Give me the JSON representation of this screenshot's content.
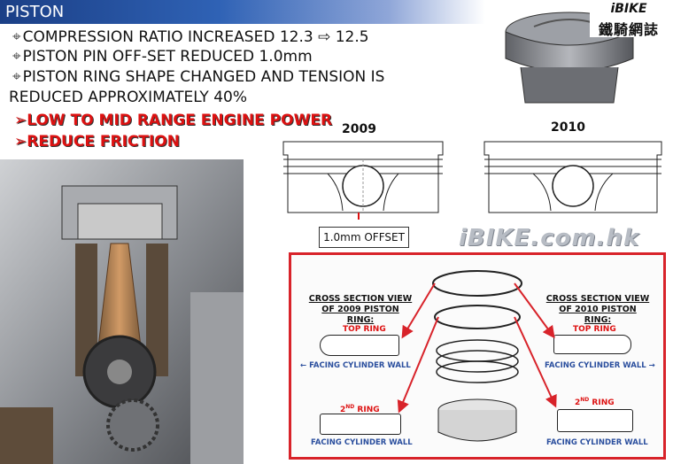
{
  "title": "PISTON",
  "bullets": [
    {
      "symbol": "⌖",
      "text": "COMPRESSION RATIO INCREASED 12.3 ⇨ 12.5"
    },
    {
      "symbol": "⌖",
      "text": "PISTON PIN OFF-SET REDUCED 1.0mm"
    },
    {
      "symbol": "⌖",
      "text": "PISTON RING SHAPE CHANGED AND TENSION IS"
    },
    {
      "symbol": "",
      "text": "REDUCED APPROXIMATELY 40%"
    }
  ],
  "highlights": [
    "➢LOW TO MID RANGE ENGINE POWER",
    "➢REDUCE FRICTION"
  ],
  "diagram": {
    "year_left": "2009",
    "year_right": "2010",
    "offset_label": "1.0mm OFFSET"
  },
  "watermark": "iBIKE.com.hk",
  "logo": {
    "top": "iBIKE",
    "bottom": "鐵騎網誌"
  },
  "rings": {
    "left_title_line1": "CROSS SECTION VIEW",
    "left_title_line2": "OF 2009 PISTON RING:",
    "right_title_line1": "CROSS SECTION VIEW",
    "right_title_line2": "OF 2010 PISTON RING:",
    "top_ring_left": "TOP RING",
    "top_ring_right": "TOP RING",
    "second_ring_left_num": "2",
    "second_ring_left_sup": "ND",
    "second_ring_left_word": "RING",
    "second_ring_right_num": "2",
    "second_ring_right_sup": "ND",
    "second_ring_right_word": "RING",
    "wall_left_top": "← FACING CYLINDER WALL",
    "wall_left_bottom": "FACING CYLINDER WALL",
    "wall_right_top": "FACING CYLINDER WALL →",
    "wall_right_bottom": "FACING CYLINDER WALL"
  },
  "colors": {
    "title_bar": "#1b3f86",
    "highlight": "#d11111",
    "frame": "#d8232a",
    "wall_text": "#2b4f9e"
  }
}
